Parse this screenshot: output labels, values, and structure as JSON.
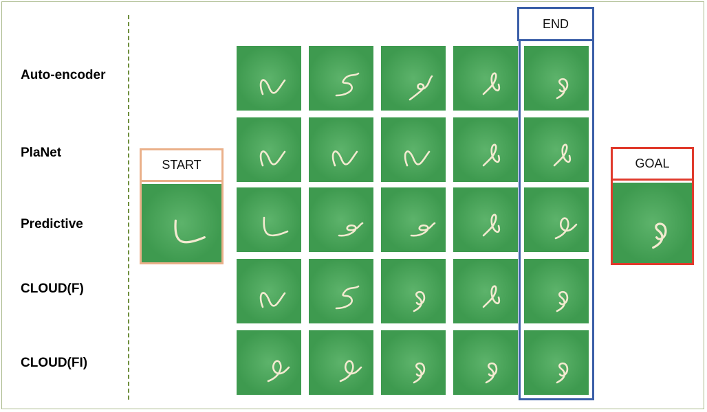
{
  "rows": [
    {
      "label": "Auto-encoder"
    },
    {
      "label": "PlaNet"
    },
    {
      "label": "Predictive"
    },
    {
      "label": "CLOUD(F)"
    },
    {
      "label": "CLOUD(FI)"
    }
  ],
  "start_label": "START",
  "end_label": "END",
  "goal_label": "GOAL",
  "colors": {
    "tile_bg": "#3e9a4f",
    "rope": "#f3ead0",
    "start_border": "#eab08a",
    "end_border": "#3b5fa8",
    "goal_border": "#e03a2c",
    "divider": "#6f8f3e"
  }
}
